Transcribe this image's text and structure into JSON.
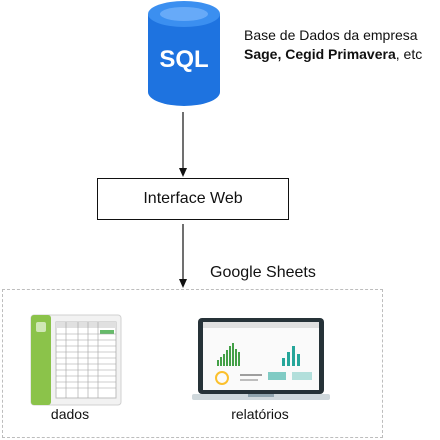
{
  "database": {
    "icon_label": "SQL",
    "color": "#1a73e8",
    "description_line1": "Base de Dados da empresa",
    "description_line2_bold": "Sage, Cegid Primavera",
    "description_line2_rest": ", etc"
  },
  "interface": {
    "label": "Interface Web"
  },
  "destination": {
    "label": "Google Sheets"
  },
  "outputs": {
    "dados_label": "dados",
    "relatorios_label": "relatórios"
  }
}
